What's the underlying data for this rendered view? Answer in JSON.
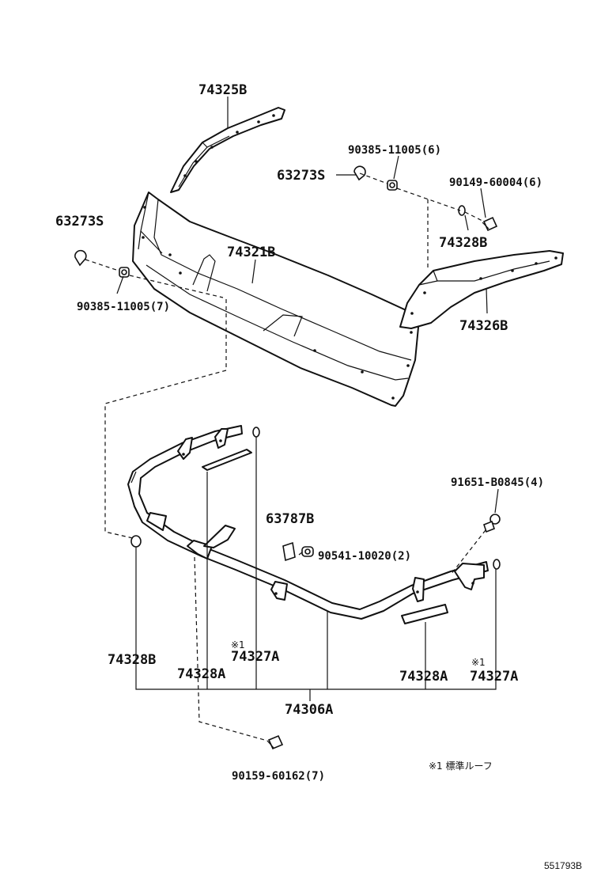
{
  "diagram": {
    "labels": {
      "p74325B": "74325B",
      "p90385_6": "90385-11005(6)",
      "p63273S_top": "63273S",
      "p90149": "90149-60004(6)",
      "p63273S_left": "63273S",
      "p74328B_top": "74328B",
      "p74321B": "74321B",
      "p90385_7": "90385-11005(7)",
      "p74326B": "74326B",
      "p91651": "91651-B0845(4)",
      "p63787B": "63787B",
      "p90541": "90541-10020(2)",
      "p74328B_bottom": "74328B",
      "note_mark_1": "※1",
      "p74327A_1": "74327A",
      "p74328A_1": "74328A",
      "p74328A_2": "74328A",
      "note_mark_2": "※1",
      "p74327A_2": "74327A",
      "p74306A": "74306A",
      "p90159": "90159-60162(7)",
      "legend_note": "※1 標準ルーフ"
    },
    "reference_code": "551793B"
  }
}
